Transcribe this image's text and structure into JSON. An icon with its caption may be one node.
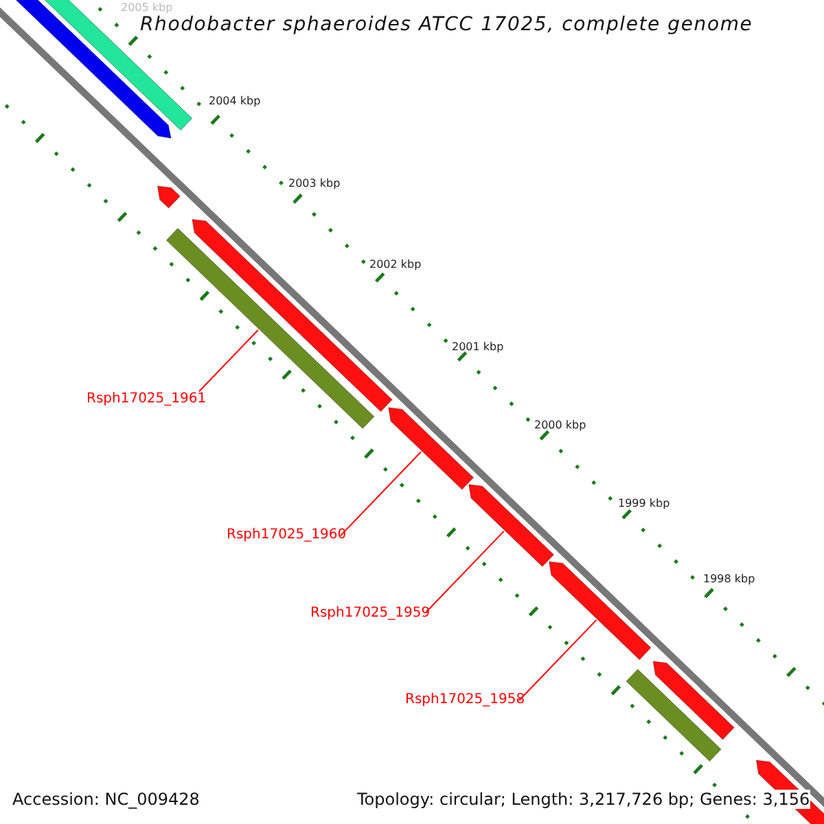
{
  "diagram": {
    "title": "Rhodobacter sphaeroides ATCC 17025, complete genome",
    "nodes": [
      {
        "text": [
          "Rsph17025_1961"
        ]
      },
      {
        "text": [
          "Rsph17025_1960"
        ]
      },
      {
        "text": [
          "Rsph17025_1959"
        ]
      },
      {
        "text": [
          "Rsph17025_1958"
        ]
      },
      {
        "text": [],
        "shape": "bar"
      },
      {
        "text": [],
        "shape": "bar"
      },
      {
        "text": [],
        "shape": "bar"
      },
      {
        "text": [],
        "shape": "bar"
      },
      {
        "text": [],
        "shape": "bar"
      },
      {
        "text": [],
        "shape": "bar"
      },
      {
        "text": [],
        "shape": "bar"
      },
      {
        "text": [],
        "shape": "bar"
      },
      {
        "text": [],
        "shape": "bar"
      },
      {
        "text": [],
        "shape": "bar"
      },
      {
        "text": [],
        "shape": "bar"
      }
    ],
    "edges": [
      {
        "from": 0,
        "to": 7,
        "arrow": "none",
        "color": "#ff0000"
      },
      {
        "from": 1,
        "to": 9,
        "arrow": "none",
        "color": "#ff0000"
      },
      {
        "from": 2,
        "to": 10,
        "arrow": "none",
        "color": "#ff0000"
      },
      {
        "from": 3,
        "to": 11,
        "arrow": "none",
        "color": "#ff0000"
      }
    ],
    "labels": [
      "2005 kbp",
      "2004 kbp",
      "2003 kbp",
      "2002 kbp",
      "2001 kbp",
      "2000 kbp",
      "1999 kbp",
      "1998 kbp",
      "Accession: NC_009428",
      "Topology: circular; Length: 3,217,726 bp; Genes: 3,156"
    ]
  }
}
